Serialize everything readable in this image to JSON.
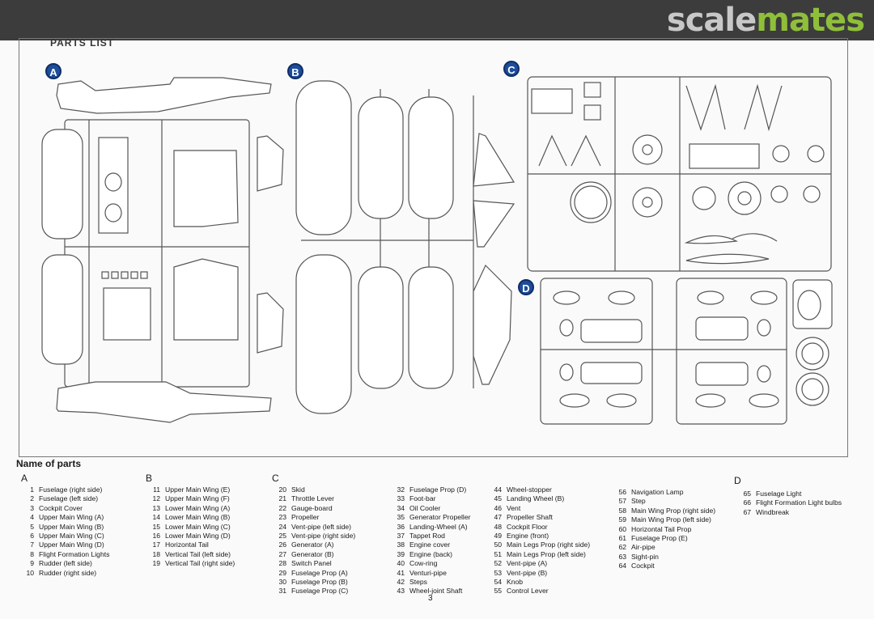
{
  "site": {
    "logo_part1": "scale",
    "logo_part2": "mates"
  },
  "sheet": {
    "title": "PARTS LIST",
    "page_number": "3"
  },
  "runners": [
    {
      "id": "A",
      "label": "A"
    },
    {
      "id": "B",
      "label": "B"
    },
    {
      "id": "C",
      "label": "C"
    },
    {
      "id": "D",
      "label": "D"
    }
  ],
  "part_list": {
    "title": "Name of parts",
    "sections": [
      {
        "heading": "A",
        "items": [
          {
            "no": "1",
            "name": "Fuselage (right side)"
          },
          {
            "no": "2",
            "name": "Fuselage (left side)"
          },
          {
            "no": "3",
            "name": "Cockpit Cover"
          },
          {
            "no": "4",
            "name": "Upper Main Wing (A)"
          },
          {
            "no": "5",
            "name": "Upper Main Wing (B)"
          },
          {
            "no": "6",
            "name": "Upper Main Wing (C)"
          },
          {
            "no": "7",
            "name": "Upper Main Wing (D)"
          },
          {
            "no": "8",
            "name": "Flight Formation Lights"
          },
          {
            "no": "9",
            "name": "Rudder (left side)"
          },
          {
            "no": "10",
            "name": "Rudder (right side)"
          }
        ]
      },
      {
        "heading": "B",
        "items": [
          {
            "no": "11",
            "name": "Upper Main Wing (E)"
          },
          {
            "no": "12",
            "name": "Upper Main Wing (F)"
          },
          {
            "no": "13",
            "name": "Lower Main Wing (A)"
          },
          {
            "no": "14",
            "name": "Lower Main Wing (B)"
          },
          {
            "no": "15",
            "name": "Lower Main Wing (C)"
          },
          {
            "no": "16",
            "name": "Lower Main Wing (D)"
          },
          {
            "no": "17",
            "name": "Horizontal Tail"
          },
          {
            "no": "18",
            "name": "Vertical Tail (left side)"
          },
          {
            "no": "19",
            "name": "Vertical Tail (right side)"
          }
        ]
      },
      {
        "heading": "C",
        "items": [
          {
            "no": "20",
            "name": "Skid"
          },
          {
            "no": "21",
            "name": "Throttle Lever"
          },
          {
            "no": "22",
            "name": "Gauge-board"
          },
          {
            "no": "23",
            "name": "Propeller"
          },
          {
            "no": "24",
            "name": "Vent-pipe (left side)"
          },
          {
            "no": "25",
            "name": "Vent-pipe (right side)"
          },
          {
            "no": "26",
            "name": "Generator (A)"
          },
          {
            "no": "27",
            "name": "Generator (B)"
          },
          {
            "no": "28",
            "name": "Switch Panel"
          },
          {
            "no": "29",
            "name": "Fuselage Prop (A)"
          },
          {
            "no": "30",
            "name": "Fuselage Prop (B)"
          },
          {
            "no": "31",
            "name": "Fuselage Prop (C)"
          }
        ]
      },
      {
        "heading": "",
        "items": [
          {
            "no": "32",
            "name": "Fuselage Prop (D)"
          },
          {
            "no": "33",
            "name": "Foot-bar"
          },
          {
            "no": "34",
            "name": "Oil Cooler"
          },
          {
            "no": "35",
            "name": "Generator Propeller"
          },
          {
            "no": "36",
            "name": "Landing-Wheel (A)"
          },
          {
            "no": "37",
            "name": "Tappet Rod"
          },
          {
            "no": "38",
            "name": "Engine cover"
          },
          {
            "no": "39",
            "name": "Engine (back)"
          },
          {
            "no": "40",
            "name": "Cow-ring"
          },
          {
            "no": "41",
            "name": "Venturi-pipe"
          },
          {
            "no": "42",
            "name": "Steps"
          },
          {
            "no": "43",
            "name": "Wheel-joint Shaft"
          }
        ]
      },
      {
        "heading": "",
        "items": [
          {
            "no": "44",
            "name": "Wheel-stopper"
          },
          {
            "no": "45",
            "name": "Landing Wheel (B)"
          },
          {
            "no": "46",
            "name": "Vent"
          },
          {
            "no": "47",
            "name": "Propeller Shaft"
          },
          {
            "no": "48",
            "name": "Cockpit Floor"
          },
          {
            "no": "49",
            "name": "Engine (front)"
          },
          {
            "no": "50",
            "name": "Main Legs Prop (right side)"
          },
          {
            "no": "51",
            "name": "Main Legs Prop (left side)"
          },
          {
            "no": "52",
            "name": "Vent-pipe (A)"
          },
          {
            "no": "53",
            "name": "Vent-pipe (B)"
          },
          {
            "no": "54",
            "name": "Knob"
          },
          {
            "no": "55",
            "name": "Control Lever"
          }
        ]
      },
      {
        "heading": "",
        "items": [
          {
            "no": "56",
            "name": "Navigation Lamp"
          },
          {
            "no": "57",
            "name": "Step"
          },
          {
            "no": "58",
            "name": "Main Wing Prop (right side)"
          },
          {
            "no": "59",
            "name": "Main Wing Prop (left side)"
          },
          {
            "no": "60",
            "name": "Horizontal Tail Prop"
          },
          {
            "no": "61",
            "name": "Fuselage Prop (E)"
          },
          {
            "no": "62",
            "name": "Air-pipe"
          },
          {
            "no": "63",
            "name": "Sight-pin"
          },
          {
            "no": "64",
            "name": "Cockpit"
          }
        ]
      },
      {
        "heading": "D",
        "items": [
          {
            "no": "65",
            "name": "Fuselage Light"
          },
          {
            "no": "66",
            "name": "Flight Formation Light bulbs"
          },
          {
            "no": "67",
            "name": "Windbreak"
          }
        ]
      }
    ]
  }
}
